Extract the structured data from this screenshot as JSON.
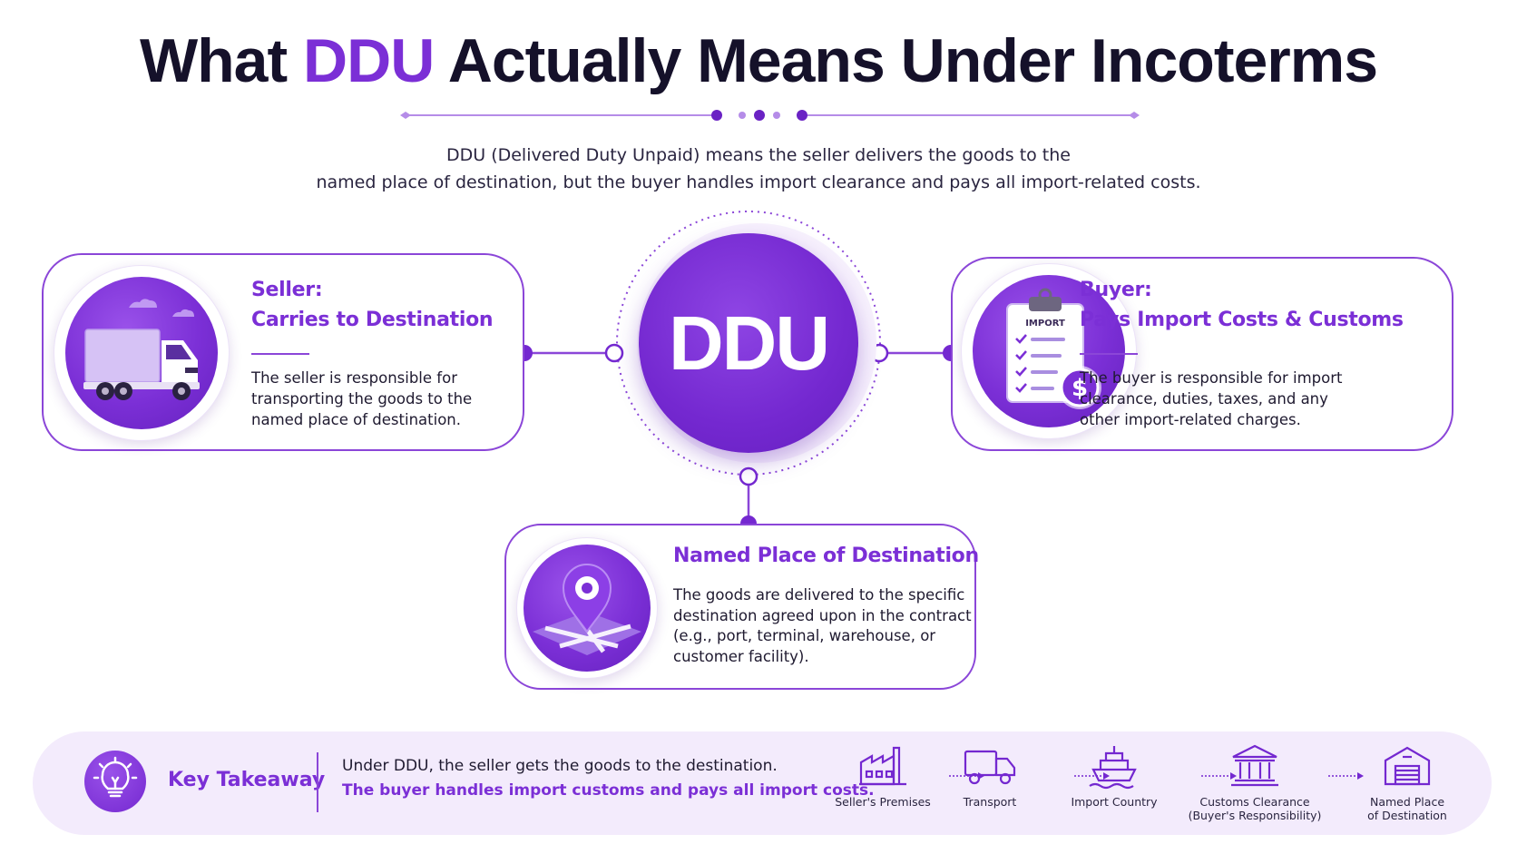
{
  "header": {
    "title_prefix": "What ",
    "title_accent": "DDU",
    "title_suffix": " Actually Means Under Incoterms",
    "subtitle_line1": "DDU (Delivered Duty Unpaid) means the seller delivers the goods to the",
    "subtitle_line2": "named place of destination, but the buyer handles import clearance and pays all import-related costs."
  },
  "hub": {
    "label": "DDU"
  },
  "seller": {
    "heading_line1": "Seller:",
    "heading_line2": "Carries to Destination",
    "body_line1": "The seller is responsible for",
    "body_line2": "transporting the goods to the",
    "body_line3": "named place of destination."
  },
  "buyer": {
    "heading_line1": "Buyer:",
    "heading_line2": "Pays Import Costs & Customs",
    "body_line1": "The buyer is responsible for import",
    "body_line2": "clearance, duties, taxes, and any",
    "body_line3": "other import-related charges.",
    "clipboard_label": "IMPORT"
  },
  "destination": {
    "heading": "Named Place of Destination",
    "body_line1": "The goods are delivered to the specific",
    "body_line2": "destination agreed upon in the contract",
    "body_line3": "(e.g., port, terminal, warehouse, or",
    "body_line4": "customer facility)."
  },
  "takeaway": {
    "label": "Key Takeaway",
    "line1": "Under DDU, the seller gets the goods to the destination.",
    "line2": "The buyer handles import customs and pays all import costs."
  },
  "flow": [
    {
      "icon": "factory-icon",
      "label_line1": "Seller's Premises",
      "label_line2": ""
    },
    {
      "icon": "truck-icon",
      "label_line1": "Transport",
      "label_line2": ""
    },
    {
      "icon": "ship-icon",
      "label_line1": "Import Country",
      "label_line2": ""
    },
    {
      "icon": "customs-building-icon",
      "label_line1": "Customs Clearance",
      "label_line2": "(Buyer's Responsibility)"
    },
    {
      "icon": "warehouse-icon",
      "label_line1": "Named Place",
      "label_line2": "of Destination"
    }
  ],
  "colors": {
    "accent": "#7b2fd6",
    "accent_light": "#f3ebfc",
    "text": "#15112a"
  }
}
